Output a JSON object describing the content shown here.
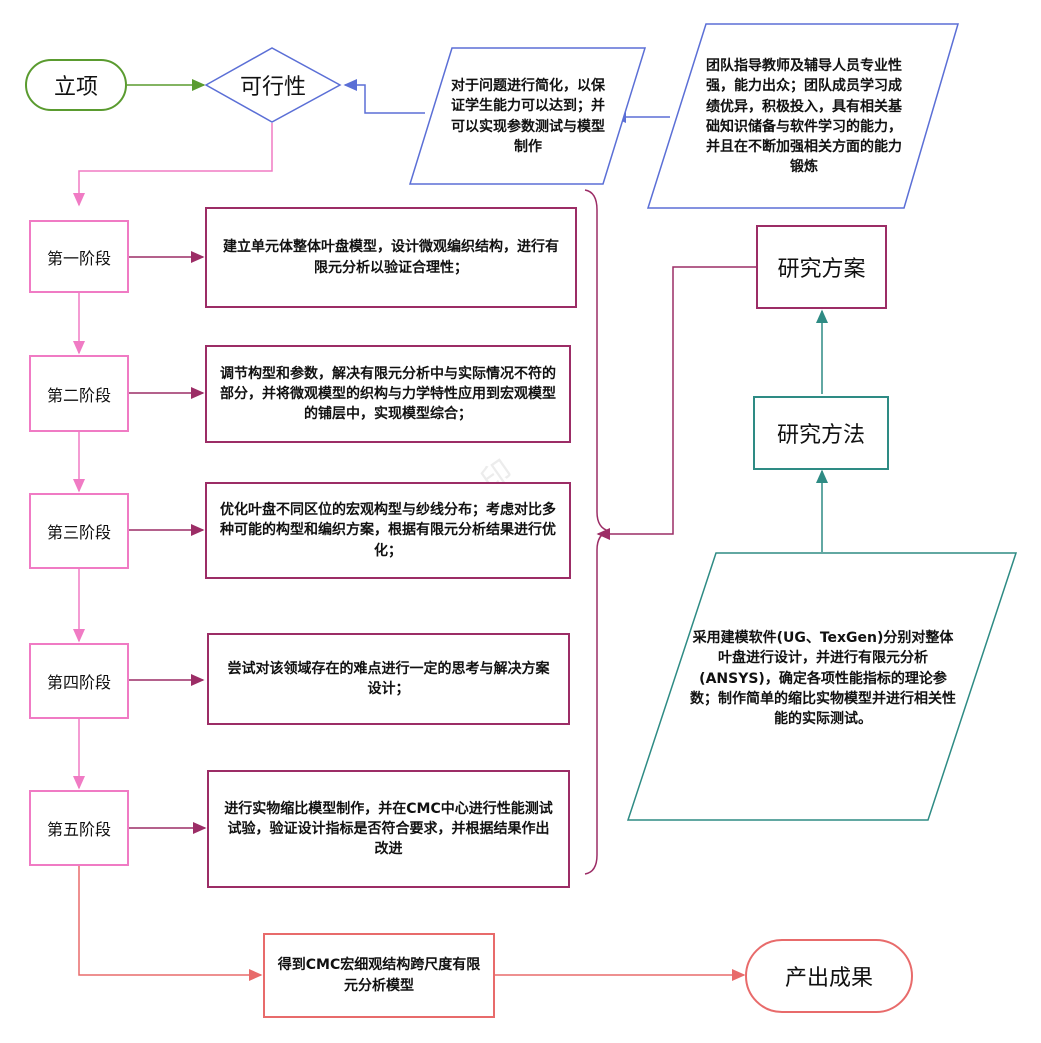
{
  "start": {
    "label": "立项"
  },
  "feasibility": {
    "label": "可行性"
  },
  "simplify_note": {
    "text": "对于问题进行简化，以保证学生能力可以达到；并可以实现参数测试与模型制作"
  },
  "team_note": {
    "text": "团队指导教师及辅导人员专业性强，能力出众；团队成员学习成绩优异，积极投入，具有相关基础知识储备与软件学习的能力，并且在不断加强相关方面的能力锻炼"
  },
  "stages": [
    {
      "label": "第一阶段",
      "task": "建立单元体整体叶盘模型，设计微观编织结构，进行有限元分析以验证合理性；"
    },
    {
      "label": "第二阶段",
      "task": "调节构型和参数，解决有限元分析中与实际情况不符的部分，并将微观模型的织构与力学特性应用到宏观模型的铺层中，实现模型综合；"
    },
    {
      "label": "第三阶段",
      "task": "优化叶盘不同区位的宏观构型与纱线分布；考虑对比多种可能的构型和编织方案，根据有限元分析结果进行优化；"
    },
    {
      "label": "第四阶段",
      "task": "尝试对该领域存在的难点进行一定的思考与解决方案设计；"
    },
    {
      "label": "第五阶段",
      "task": "进行实物缩比模型制作，并在CMC中心进行性能测试试验，验证设计指标是否符合要求，并根据结果作出改进"
    }
  ],
  "research_plan": {
    "label": "研究方案"
  },
  "research_method": {
    "label": "研究方法"
  },
  "method_note": {
    "text": "采用建模软件(UG、TexGen)分别对整体叶盘进行设计，并进行有限元分析(ANSYS)，确定各项性能指标的理论参数；制作简单的缩比实物模型并进行相关性能的实际测试。"
  },
  "model_result": {
    "label": "得到CMC宏细观结构跨尺度有限元分析模型"
  },
  "output": {
    "label": "产出成果"
  },
  "colors": {
    "green": "#5a9b2f",
    "blue": "#5b6fd6",
    "pink": "#f07bc4",
    "maroon": "#9c2d66",
    "teal": "#2e8b84",
    "salmon": "#e86b6b"
  }
}
